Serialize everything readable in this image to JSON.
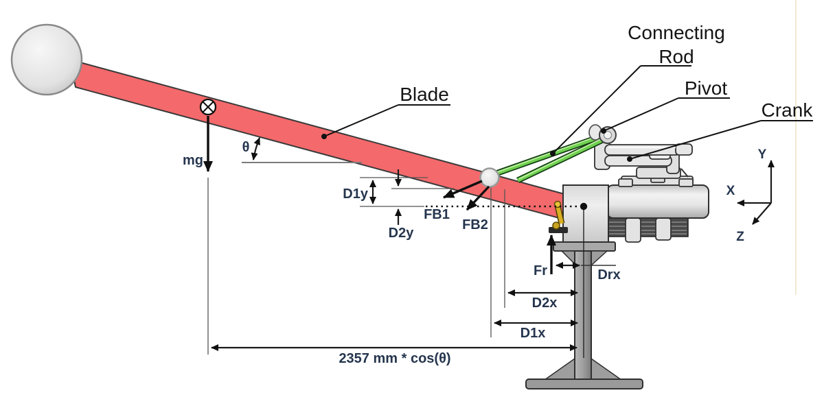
{
  "callouts": {
    "connecting_rod_line1": "Connecting",
    "connecting_rod_line2": "Rod",
    "pivot": "Pivot",
    "crank": "Crank",
    "blade": "Blade"
  },
  "annotations": {
    "mass": "mg",
    "angle": "θ",
    "d1y": "D1y",
    "d2y": "D2y",
    "fb1": "FB1",
    "fb2": "FB2",
    "fr": "Fr",
    "drx": "Drx",
    "d2x": "D2x",
    "d1x": "D1x",
    "span": "2357 mm * cos(θ)"
  },
  "axes": {
    "x": "X",
    "y": "Y",
    "z": "Z"
  },
  "colors": {
    "blade": "#f4696b",
    "connecting_rod": "#6fd14f",
    "link": "#d9af25",
    "label": "#25354e",
    "callout": "#141414"
  }
}
